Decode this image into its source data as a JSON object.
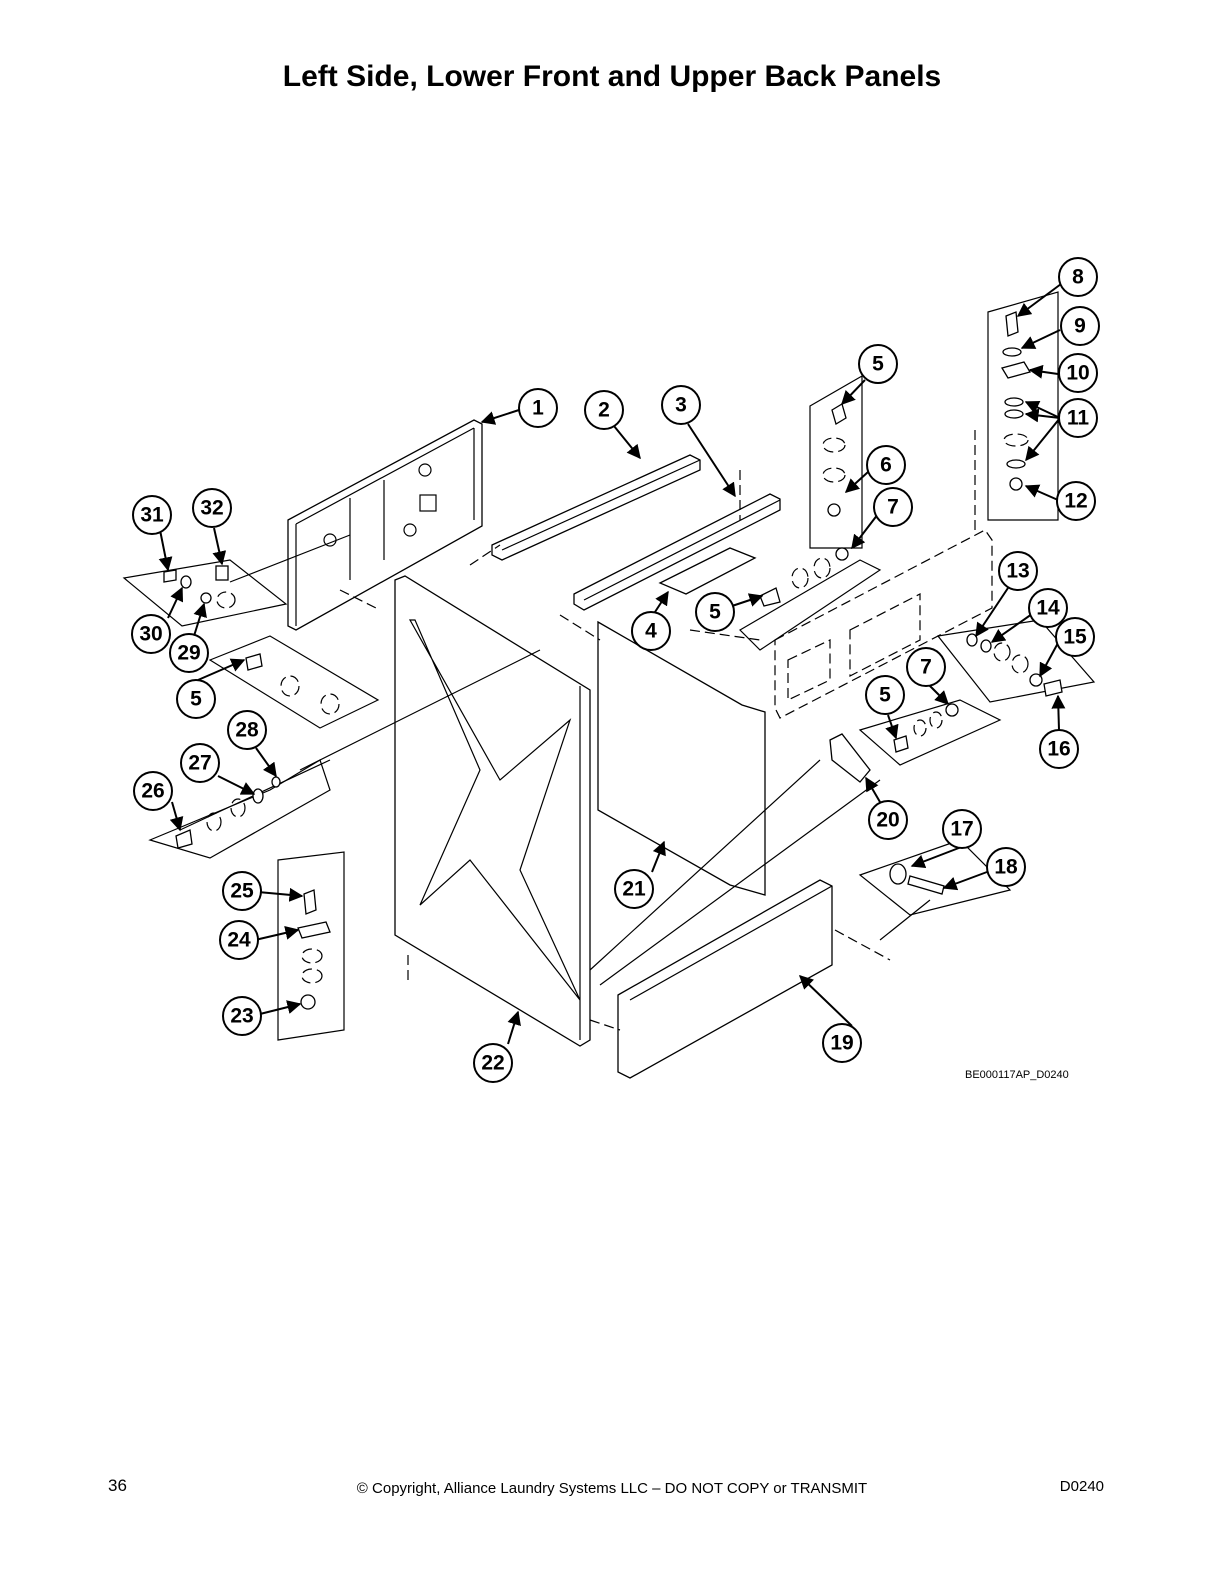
{
  "page": {
    "title": "Left Side, Lower Front and Upper Back Panels",
    "page_number": "36",
    "copyright": "© Copyright, Alliance Laundry Systems LLC – DO NOT COPY or TRANSMIT",
    "doc_code": "D0240"
  },
  "diagram": {
    "reference_code": "BE000117AP_D0240",
    "callout_labels": [
      "1",
      "2",
      "3",
      "4",
      "5",
      "5",
      "5",
      "5",
      "6",
      "7",
      "7",
      "8",
      "9",
      "10",
      "11",
      "12",
      "13",
      "14",
      "15",
      "16",
      "17",
      "18",
      "19",
      "20",
      "21",
      "22",
      "23",
      "24",
      "25",
      "26",
      "27",
      "28",
      "29",
      "30",
      "31",
      "32"
    ]
  }
}
